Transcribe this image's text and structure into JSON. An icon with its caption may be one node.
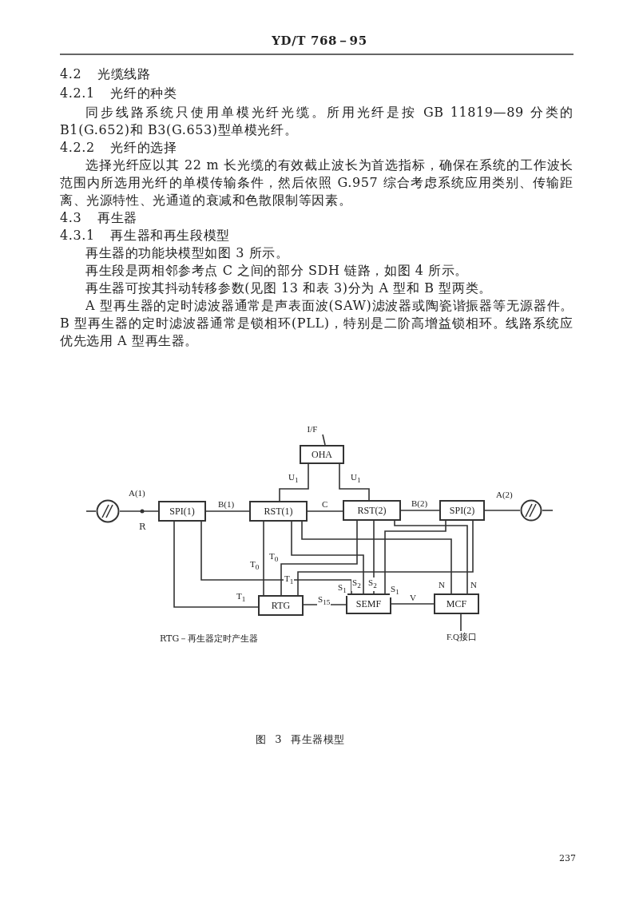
{
  "diagram": {
    "caption": "图 3 再生器模型",
    "nodes": [
      {
        "text": [
          "I/F"
        ]
      },
      {
        "text": [
          "OHA"
        ]
      },
      {
        "text": [],
        "shape": "circle"
      },
      {
        "text": [
          "SPI(1)"
        ]
      },
      {
        "text": [
          "RST(1)"
        ]
      },
      {
        "text": [
          "RST(2)"
        ]
      },
      {
        "text": [
          "SPI(2)"
        ]
      },
      {
        "text": [],
        "shape": "circle"
      },
      {
        "text": [
          "RTG"
        ]
      },
      {
        "text": [
          "SEMF"
        ]
      },
      {
        "text": [
          "MCF"
        ]
      },
      {
        "text": [
          "F.Q接口"
        ]
      }
    ],
    "edges": [
      {
        "from": null,
        "to": 2,
        "arrow": "none"
      },
      {
        "from": 2,
        "to": 3,
        "arrow": "none",
        "label": "A(1)"
      },
      {
        "from": 3,
        "to": 4,
        "arrow": "none",
        "label": "B(1)"
      },
      {
        "from": 4,
        "to": 5,
        "arrow": "none",
        "label": "C"
      },
      {
        "from": 5,
        "to": 6,
        "arrow": "none",
        "label": "B(2)"
      },
      {
        "from": 6,
        "to": 7,
        "arrow": "none",
        "label": "A(2)"
      },
      {
        "from": 7,
        "to": null,
        "arrow": "none"
      },
      {
        "from": 1,
        "to": 0,
        "arrow": "none"
      },
      {
        "from": 1,
        "to": 4,
        "arrow": "none",
        "label": "U$_{1}$"
      },
      {
        "from": 1,
        "to": 5,
        "arrow": "none",
        "label": "U$_{1}$"
      },
      {
        "from": 3,
        "to": 8,
        "arrow": "none",
        "label": "T$_{1}$"
      },
      {
        "from": 4,
        "to": 8,
        "arrow": "none",
        "label": "T$_{0}$"
      },
      {
        "from": 5,
        "to": 8,
        "arrow": "none",
        "label": "T$_{0}$"
      },
      {
        "from": 6,
        "to": 8,
        "arrow": "none",
        "label": "T$_{1}$"
      },
      {
        "from": 3,
        "to": 9,
        "arrow": "none",
        "label": "S$_{1}$"
      },
      {
        "from": 4,
        "to": 9,
        "arrow": "none",
        "label": "S$_{2}$"
      },
      {
        "from": 5,
        "to": 9,
        "arrow": "none",
        "label": "S$_{2}$"
      },
      {
        "from": 6,
        "to": 9,
        "arrow": "none",
        "label": "S$_{1}$"
      },
      {
        "from": 4,
        "to": 10,
        "arrow": "none",
        "label": "N"
      },
      {
        "from": 5,
        "to": 10,
        "arrow": "none",
        "label": "N"
      },
      {
        "from": 8,
        "to": 9,
        "arrow": "none",
        "label": "S$_{15}$"
      },
      {
        "from": 9,
        "to": 10,
        "arrow": "none",
        "label": "V"
      },
      {
        "from": 10,
        "to": 11,
        "arrow": "none"
      }
    ],
    "labels": [
      "YD/T 768－95",
      "4.2 光缆线路",
      "4.2.1 光纤的种类",
      "同步线路系统只使用单模光纤光缆。所用光纤是按 GB 11819—89 分类的 B1(G.652)和 B3(G.653)型单模光纤。",
      "4.2.2 光纤的选择",
      "选择光纤应以其 22 m 长光缆的有效截止波长为首选指标，确保在系统的工作波长范围内所选用光纤的单模传输条件，然后依照 G.957 综合考虑系统应用类别、传输距离、光源特性、光通道的衰减和色散限制等因素。",
      "4.3 再生器",
      "4.3.1 再生器和再生段模型",
      "再生器的功能块模型如图 3 所示。",
      "再生段是两相邻参考点 C 之间的部分 SDH 链路，如图 4 所示。",
      "再生器可按其抖动转移参数(见图 13 和表 3)分为 A 型和 B 型两类。",
      "A 型再生器的定时滤波器通常是声表面波(SAW)滤波器或陶瓷谐振器等无源器件。B 型再生器的定时滤波器通常是锁相环(PLL)，特别是二阶高增益锁相环。线路系统应优先选用 A 型再生器。",
      "R",
      "RTG－再生器定时产生器",
      "237"
    ]
  }
}
